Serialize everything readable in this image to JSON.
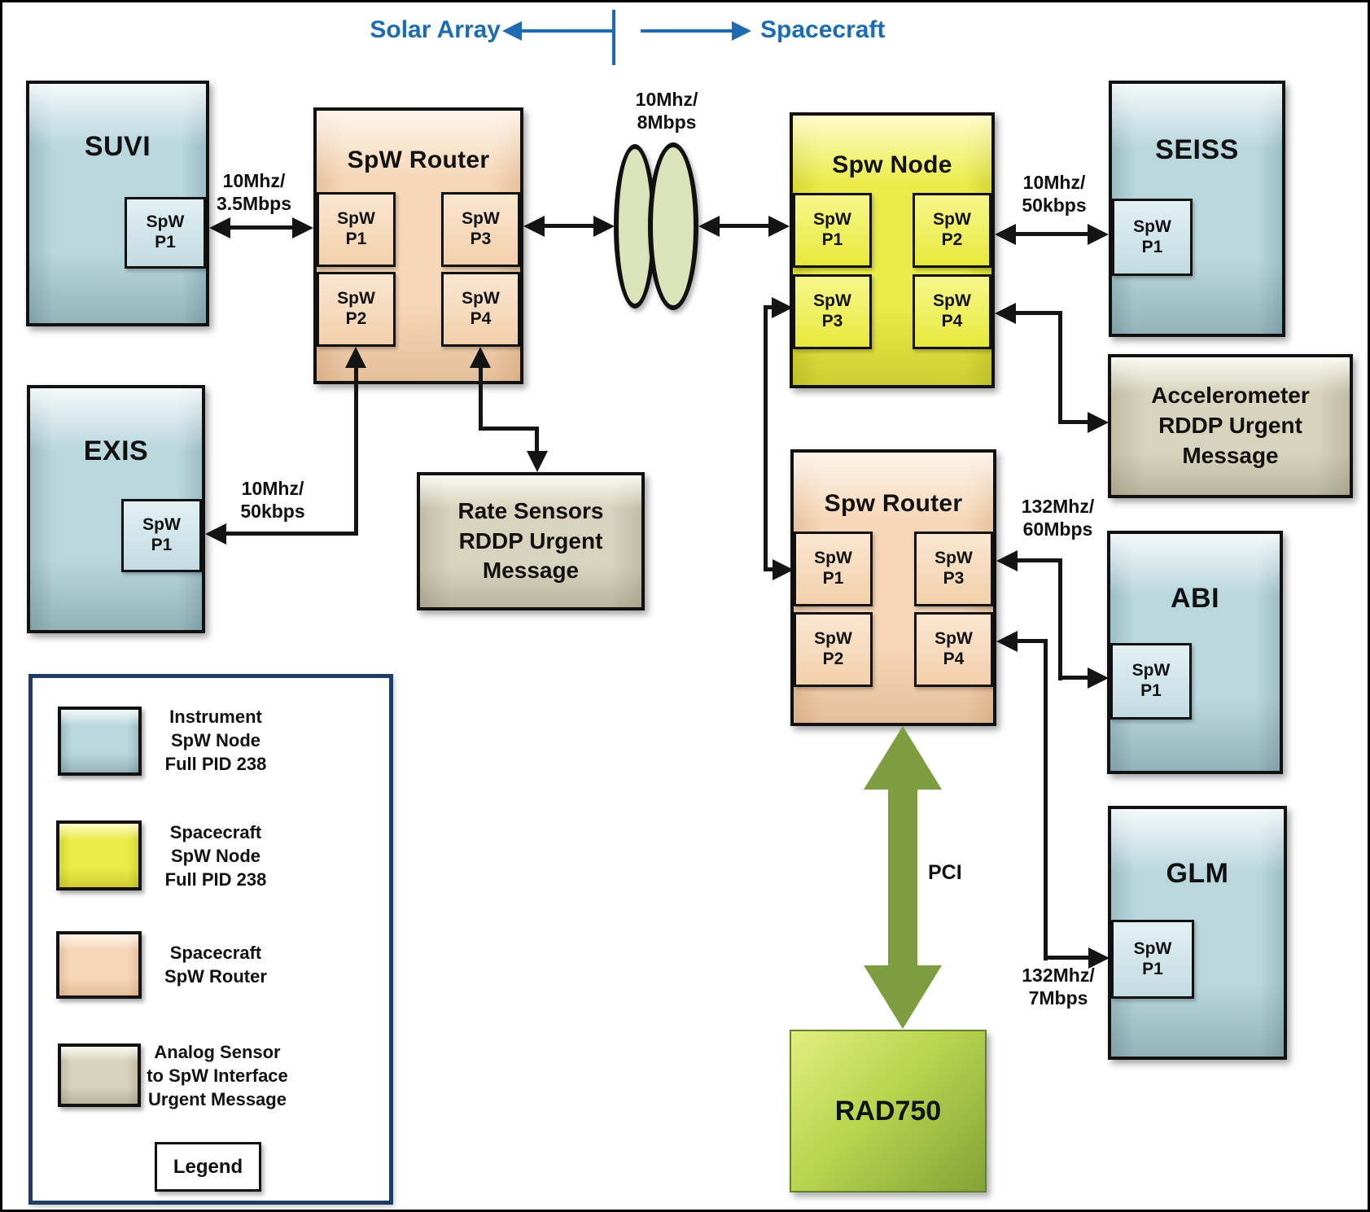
{
  "header": {
    "left": "Solar Array",
    "right": "Spacecraft"
  },
  "boxes": {
    "suvi": {
      "title": "SUVI",
      "port": [
        "SpW",
        "P1"
      ]
    },
    "exis": {
      "title": "EXIS",
      "port": [
        "SpW",
        "P1"
      ]
    },
    "seiss": {
      "title": "SEISS",
      "port": [
        "SpW",
        "P1"
      ]
    },
    "abi": {
      "title": "ABI",
      "port": [
        "SpW",
        "P1"
      ]
    },
    "glm": {
      "title": "GLM",
      "port": [
        "SpW",
        "P1"
      ]
    },
    "solar_router": {
      "title": "SpW Router",
      "ports": [
        [
          "SpW",
          "P1"
        ],
        [
          "SpW",
          "P2"
        ],
        [
          "SpW",
          "P3"
        ],
        [
          "SpW",
          "P4"
        ]
      ]
    },
    "spacecraft_node": {
      "title": "Spw Node",
      "ports": [
        [
          "SpW",
          "P1"
        ],
        [
          "SpW",
          "P2"
        ],
        [
          "SpW",
          "P3"
        ],
        [
          "SpW",
          "P4"
        ]
      ]
    },
    "spacecraft_router": {
      "title": "Spw Router",
      "ports": [
        [
          "SpW",
          "P1"
        ],
        [
          "SpW",
          "P2"
        ],
        [
          "SpW",
          "P3"
        ],
        [
          "SpW",
          "P4"
        ]
      ]
    },
    "rate_sensors": {
      "lines": [
        "Rate Sensors",
        "RDDP Urgent",
        "Message"
      ]
    },
    "accelerometer": {
      "lines": [
        "Accelerometer",
        "RDDP Urgent",
        "Message"
      ]
    },
    "rad750": {
      "title": "RAD750"
    }
  },
  "links": {
    "suvi_router": [
      "10Mhz/",
      "3.5Mbps"
    ],
    "exis_router": [
      "10Mhz/",
      "50kbps"
    ],
    "router_node": [
      "10Mhz/",
      "8Mbps"
    ],
    "node_seiss": [
      "10Mhz/",
      "50kbps"
    ],
    "router_abi": [
      "132Mhz/",
      "60Mbps"
    ],
    "router_glm": [
      "132Mhz/",
      "7Mbps"
    ],
    "pci": "PCI"
  },
  "legend": {
    "button": "Legend",
    "items": [
      {
        "color": "#b9d7dd",
        "lines": [
          "Instrument",
          "SpW Node",
          "Full PID 238"
        ]
      },
      {
        "color": "#ebeb48",
        "lines": [
          "Spacecraft",
          "SpW Node",
          "Full PID 238"
        ]
      },
      {
        "color": "#f5d6b6",
        "lines": [
          "Spacecraft",
          "SpW Router"
        ]
      },
      {
        "color": "#d7d3bd",
        "lines": [
          "Analog Sensor",
          "to SpW Interface",
          "Urgent Message"
        ]
      }
    ]
  },
  "colors": {
    "instrument_node": "#b9d7dd",
    "spacecraft_node": "#ebeb48",
    "spacecraft_router": "#f5d6b6",
    "analog_interface": "#d7d3bd",
    "link_connector": "#dae3ba",
    "rad750_box": "#a9c647",
    "pci_arrow": "#7e9c40",
    "header_text": "#1d6bb0",
    "legend_border": "#1e3c64"
  }
}
